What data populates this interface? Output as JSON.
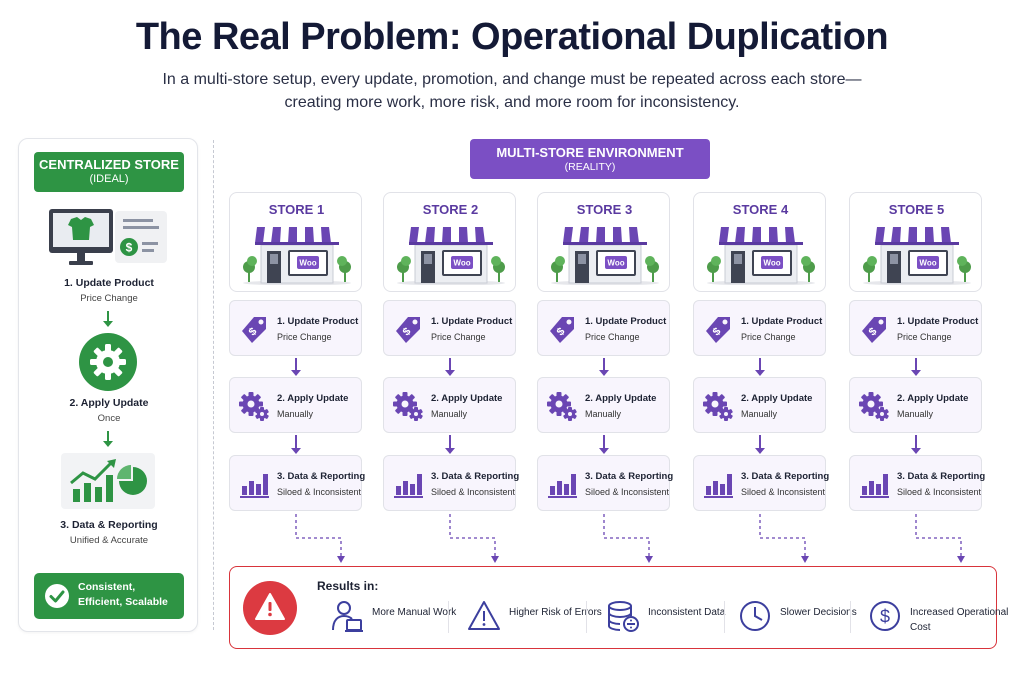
{
  "title": "The Real Problem: Operational Duplication",
  "subtitle": "In a multi-store setup, every update, promotion, and change must be repeated across each store—creating more work, more risk, and more room for inconsistency.",
  "centralized": {
    "header": "CENTRALIZED STORE",
    "header_sub": "(IDEAL)",
    "steps": [
      {
        "title": "1. Update Product",
        "sub": "Price Change",
        "icon": "computer-product-icon"
      },
      {
        "title": "2. Apply Update",
        "sub": "Once",
        "icon": "gear-icon"
      },
      {
        "title": "3. Data & Reporting",
        "sub": "Unified & Accurate",
        "icon": "growth-chart-icon"
      }
    ],
    "result": "Consistent, Efficient, Scalable",
    "colors": {
      "accent": "#2e9444"
    }
  },
  "multi": {
    "header": "MULTI-STORE ENVIRONMENT",
    "header_sub": "(REALITY)",
    "shop_sign": "Woo",
    "stores": [
      {
        "name": "STORE 1"
      },
      {
        "name": "STORE 2"
      },
      {
        "name": "STORE 3"
      },
      {
        "name": "STORE 4"
      },
      {
        "name": "STORE 5"
      }
    ],
    "steps": [
      {
        "title": "1. Update Product",
        "sub": "Price Change",
        "icon": "price-tag-icon"
      },
      {
        "title": "2. Apply Update",
        "sub": "Manually",
        "icon": "gears-icon"
      },
      {
        "title": "3. Data & Reporting",
        "sub": "Siloed & Inconsistent",
        "icon": "bar-chart-icon"
      }
    ],
    "colors": {
      "accent": "#7b4fc4"
    }
  },
  "results": {
    "label": "Results in:",
    "items": [
      {
        "text": "More Manual Work",
        "icon": "person-laptop-icon"
      },
      {
        "text": "Higher Risk of Errors",
        "icon": "warning-triangle-icon"
      },
      {
        "text": "Inconsistent Data",
        "icon": "database-icon"
      },
      {
        "text": "Slower Decisions",
        "icon": "clock-icon"
      },
      {
        "text": "Increased Operational Cost",
        "icon": "dollar-circle-icon"
      }
    ],
    "colors": {
      "alert": "#dc3a41"
    }
  }
}
